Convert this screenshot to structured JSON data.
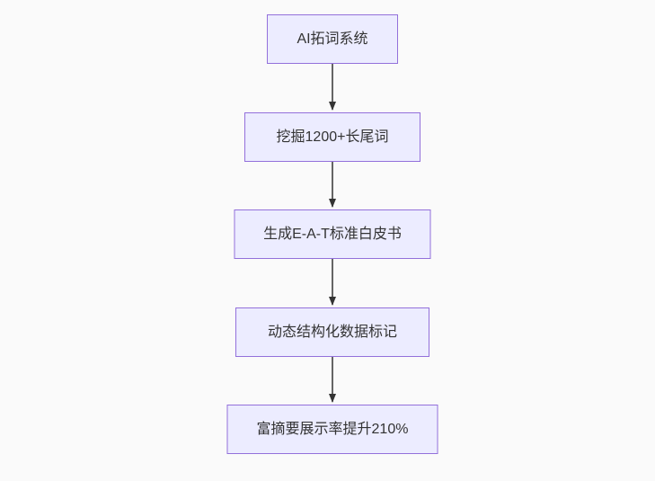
{
  "diagram": {
    "type": "flowchart",
    "direction": "top-down",
    "nodes": [
      {
        "id": "n1",
        "label": "AI拓词系统"
      },
      {
        "id": "n2",
        "label": "挖掘1200+长尾词"
      },
      {
        "id": "n3",
        "label": "生成E-A-T标准白皮书"
      },
      {
        "id": "n4",
        "label": "动态结构化数据标记"
      },
      {
        "id": "n5",
        "label": "富摘要展示率提升210%"
      }
    ],
    "edges": [
      {
        "from": "n1",
        "to": "n2"
      },
      {
        "from": "n2",
        "to": "n3"
      },
      {
        "from": "n3",
        "to": "n4"
      },
      {
        "from": "n4",
        "to": "n5"
      }
    ],
    "colors": {
      "node_fill": "#ececff",
      "node_border": "#9370db",
      "edge": "#333333",
      "text": "#333333",
      "background": "#fafafa"
    }
  }
}
